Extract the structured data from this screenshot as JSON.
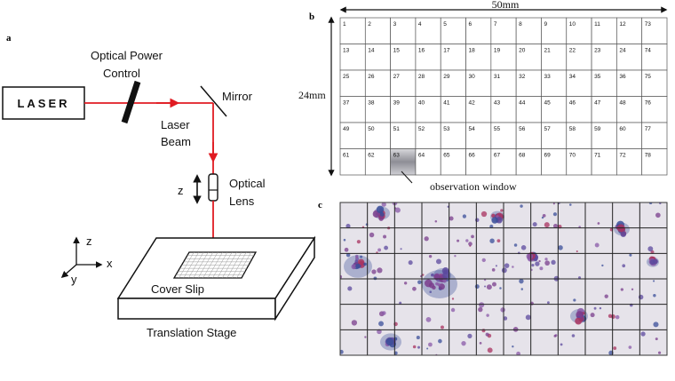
{
  "panel_labels": {
    "a": "a",
    "b": "b",
    "c": "c"
  },
  "setup": {
    "laser": "LASER",
    "optical_power_control": [
      "Optical Power",
      "Control"
    ],
    "mirror": "Mirror",
    "laser_beam": [
      "Laser",
      "Beam"
    ],
    "z_arrow_label": "z",
    "optical_lens": [
      "Optical",
      "Lens"
    ],
    "axes": {
      "z": "z",
      "x": "x",
      "y": "y"
    },
    "cover_slip": "Cover Slip",
    "translation_stage": "Translation Stage"
  },
  "grid": {
    "width_label": "50mm",
    "height_label": "24mm",
    "columns": 12,
    "rows": 6,
    "cells": [
      [
        "1",
        "2",
        "3",
        "4",
        "5",
        "6",
        "7",
        "8",
        "9",
        "10",
        "11",
        "12",
        "73"
      ],
      [
        "13",
        "14",
        "15",
        "16",
        "17",
        "18",
        "19",
        "20",
        "21",
        "22",
        "23",
        "24",
        "74"
      ],
      [
        "25",
        "26",
        "27",
        "28",
        "29",
        "30",
        "31",
        "32",
        "33",
        "34",
        "35",
        "36",
        "75"
      ],
      [
        "37",
        "38",
        "39",
        "40",
        "41",
        "42",
        "43",
        "44",
        "45",
        "46",
        "47",
        "48",
        "76"
      ],
      [
        "49",
        "50",
        "51",
        "52",
        "53",
        "54",
        "55",
        "56",
        "57",
        "58",
        "59",
        "60",
        "77"
      ],
      [
        "61",
        "62",
        "63",
        "64",
        "65",
        "66",
        "67",
        "68",
        "69",
        "70",
        "71",
        "72",
        "78"
      ]
    ],
    "highlight_cell": "63",
    "observation_window": "observation window"
  },
  "colors": {
    "beam": "#e01b22",
    "stage_fill": "#ffffff",
    "window_shade": "#9a9aa2",
    "micrograph_bg": "#e6e3ea",
    "stain_purple": "#7a3d8c",
    "stain_blue": "#3b4f9a",
    "stain_magenta": "#a8325f"
  }
}
